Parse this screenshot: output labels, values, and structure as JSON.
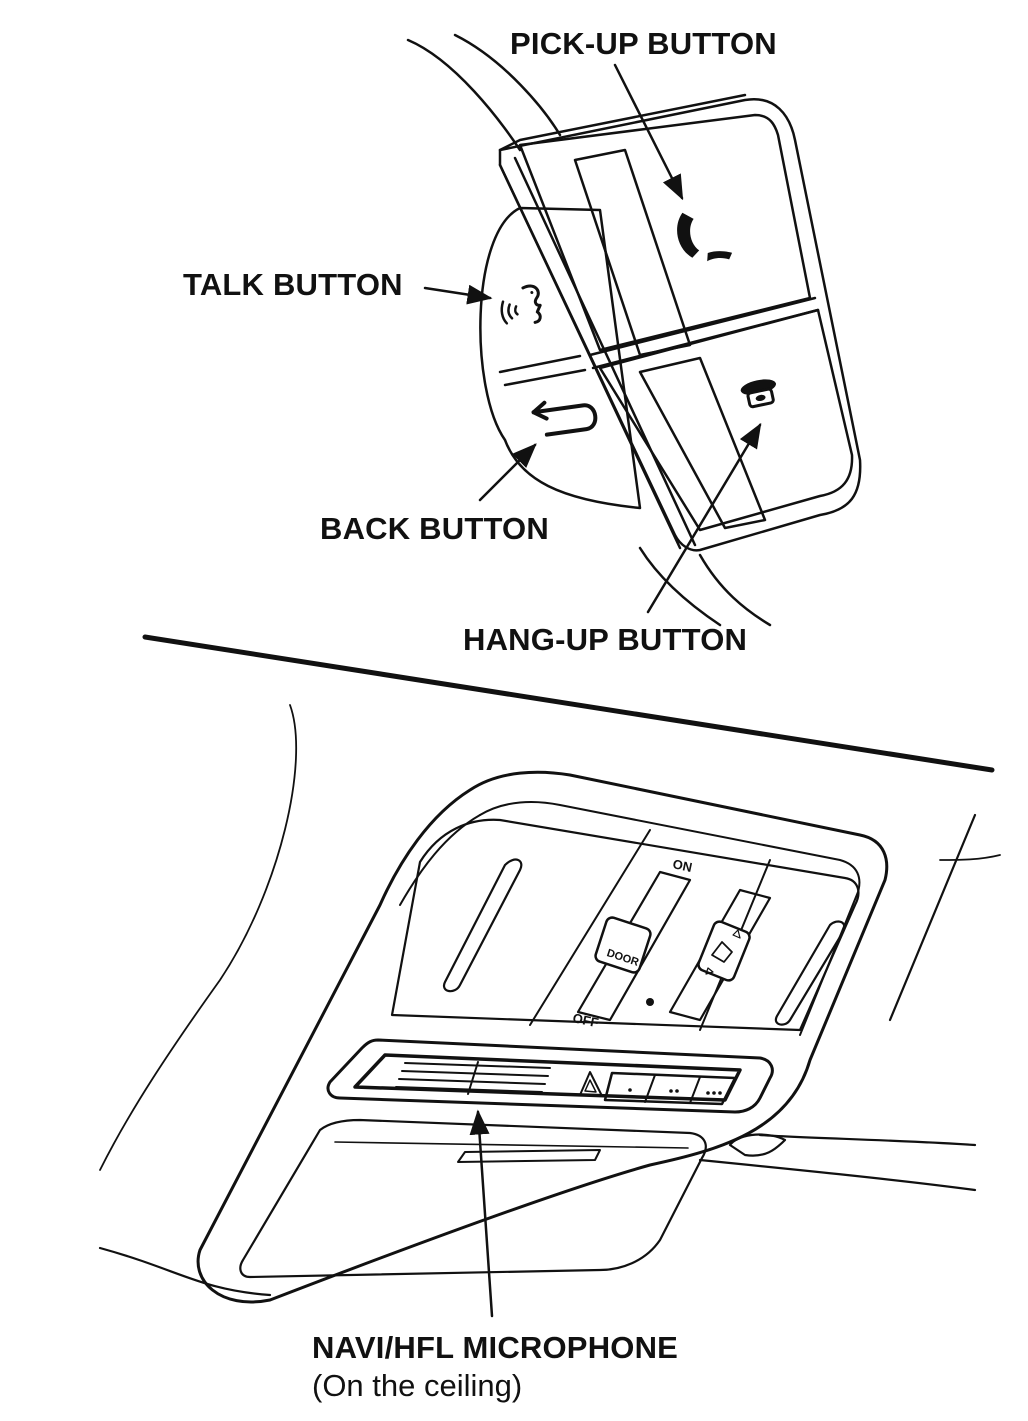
{
  "labels": {
    "pickup": "PICK-UP BUTTON",
    "talk": "TALK BUTTON",
    "back": "BACK BUTTON",
    "hangup": "HANG-UP BUTTON",
    "microphone": "NAVI/HFL MICROPHONE",
    "microphone_note": "(On the ceiling)"
  },
  "console_markings": {
    "on": "ON",
    "off": "OFF",
    "door": "DOOR"
  },
  "colors": {
    "ink": "#111111",
    "paper": "#ffffff"
  }
}
